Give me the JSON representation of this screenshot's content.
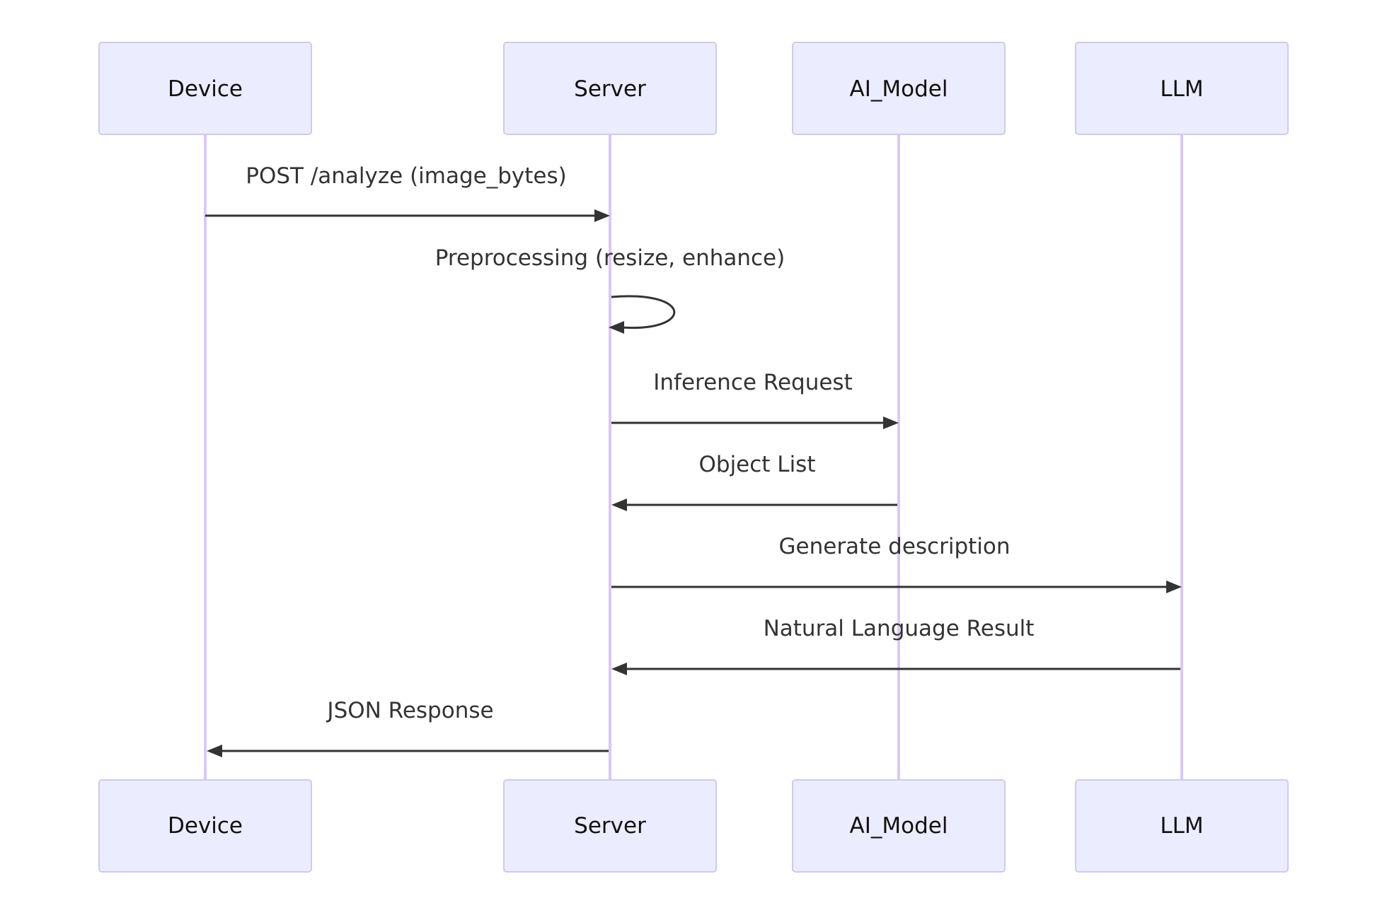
{
  "diagram": {
    "type": "sequence",
    "participants": [
      {
        "id": "device",
        "label": "Device"
      },
      {
        "id": "server",
        "label": "Server"
      },
      {
        "id": "ai_model",
        "label": "AI_Model"
      },
      {
        "id": "llm",
        "label": "LLM"
      }
    ],
    "messages": [
      {
        "from": "device",
        "to": "server",
        "label": "POST /analyze (image_bytes)"
      },
      {
        "from": "server",
        "to": "server",
        "label": "Preprocessing (resize, enhance)"
      },
      {
        "from": "server",
        "to": "ai_model",
        "label": "Inference Request"
      },
      {
        "from": "ai_model",
        "to": "server",
        "label": "Object List"
      },
      {
        "from": "server",
        "to": "llm",
        "label": "Generate description"
      },
      {
        "from": "llm",
        "to": "server",
        "label": "Natural Language Result"
      },
      {
        "from": "server",
        "to": "device",
        "label": "JSON Response"
      }
    ],
    "colors": {
      "actor_fill": "#ececff",
      "actor_border": "#cec9f2",
      "lifeline": "#d9c8f7",
      "arrow": "#333333",
      "text": "#333333"
    }
  }
}
